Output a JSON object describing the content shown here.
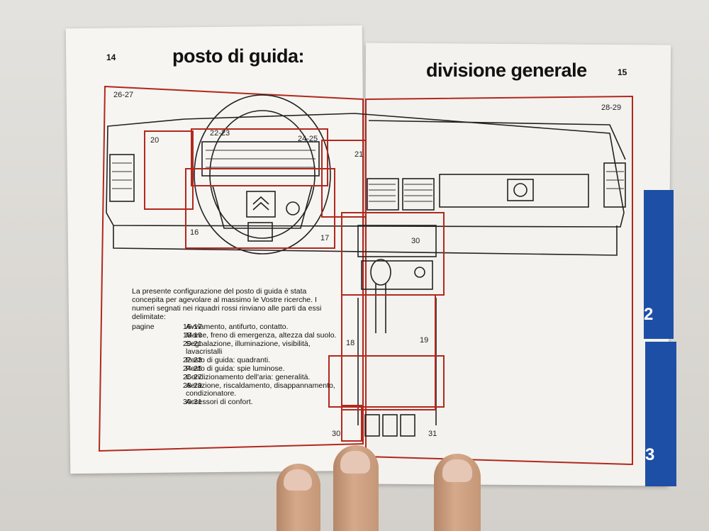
{
  "left_page": {
    "page_number": "14",
    "title": "posto di guida:",
    "corner_ref": "26-27",
    "box_labels": [
      "20",
      "22-23",
      "24-25",
      "21",
      "16",
      "17"
    ]
  },
  "right_page": {
    "page_number": "15",
    "title": "divisione generale",
    "corner_ref": "28-29",
    "box_labels": [
      "30",
      "18",
      "19",
      "30",
      "31"
    ]
  },
  "intro_text": "La presente configurazione del posto di guida è stata concepita per agevolare al massimo le Vostre ricerche. I numeri segnati nei riquadri rossi rinviano alle parti da essi delimitate:",
  "legend": {
    "pages_label": "pagine",
    "items": [
      {
        "code": "16-17",
        "desc": "Avviamento, antifurto, contatto."
      },
      {
        "code": "18-19",
        "desc": "Marce, freno di emergenza, altezza dal suolo."
      },
      {
        "code": "20-21",
        "desc": "Segnalazione, illuminazione, visibilità, lavacristalli"
      },
      {
        "code": "22-23",
        "desc": "Posto di guida: quadranti."
      },
      {
        "code": "24-25",
        "desc": "Posto di guida: spie luminose."
      },
      {
        "code": "26-27",
        "desc": "Condizionamento dell'aria: generalità."
      },
      {
        "code": "28-29",
        "desc": "Aerazione, riscaldamento, disappannamento, condizionatore."
      },
      {
        "code": "30-31",
        "desc": "Accessori di confort."
      }
    ]
  },
  "tabs": [
    "2",
    "3"
  ],
  "colors": {
    "frame_red": "#b2281e",
    "tab_blue": "#1d4fa6",
    "paper": "#f6f5f1"
  }
}
